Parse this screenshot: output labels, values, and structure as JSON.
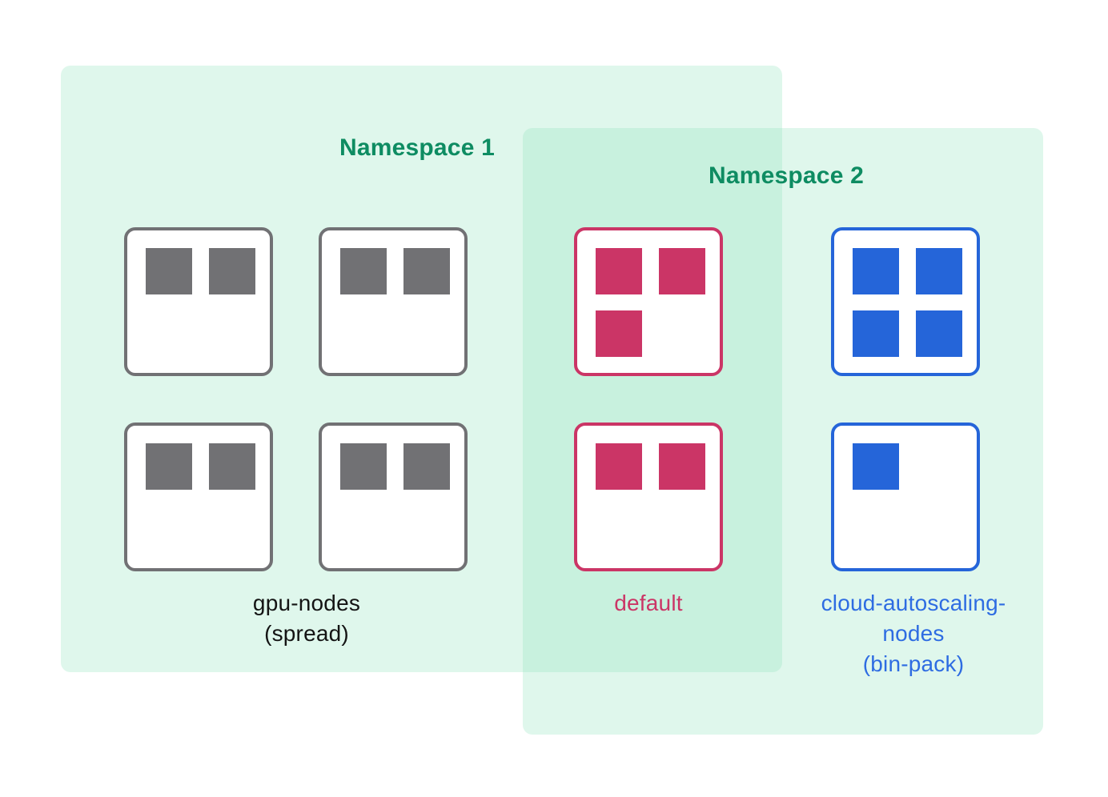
{
  "colors": {
    "namespace_fill": "rgba(140,225,185,0.28)",
    "title_green": "#0e8c62",
    "gray": "#717174",
    "pink": "#cb3566",
    "blue": "#2565d9",
    "blue_label": "#2e6ce2",
    "label_black": "#141414"
  },
  "namespaces": [
    {
      "id": "namespace-1",
      "title": "Namespace 1"
    },
    {
      "id": "namespace-2",
      "title": "Namespace 2"
    }
  ],
  "node_groups": [
    {
      "name": "gpu-nodes",
      "label_line1": "gpu-nodes",
      "label_line2": "(spread)",
      "color": "gray",
      "nodes": [
        {
          "pods": 2
        },
        {
          "pods": 2
        },
        {
          "pods": 2
        },
        {
          "pods": 2
        }
      ]
    },
    {
      "name": "default",
      "label_line1": "default",
      "color": "pink",
      "nodes": [
        {
          "pods": 3
        },
        {
          "pods": 2
        }
      ]
    },
    {
      "name": "cloud-autoscaling-nodes",
      "label_line1": "cloud-autoscaling-",
      "label_line2": "nodes",
      "label_line3": "(bin-pack)",
      "color": "blue",
      "nodes": [
        {
          "pods": 4
        },
        {
          "pods": 1
        }
      ]
    }
  ]
}
